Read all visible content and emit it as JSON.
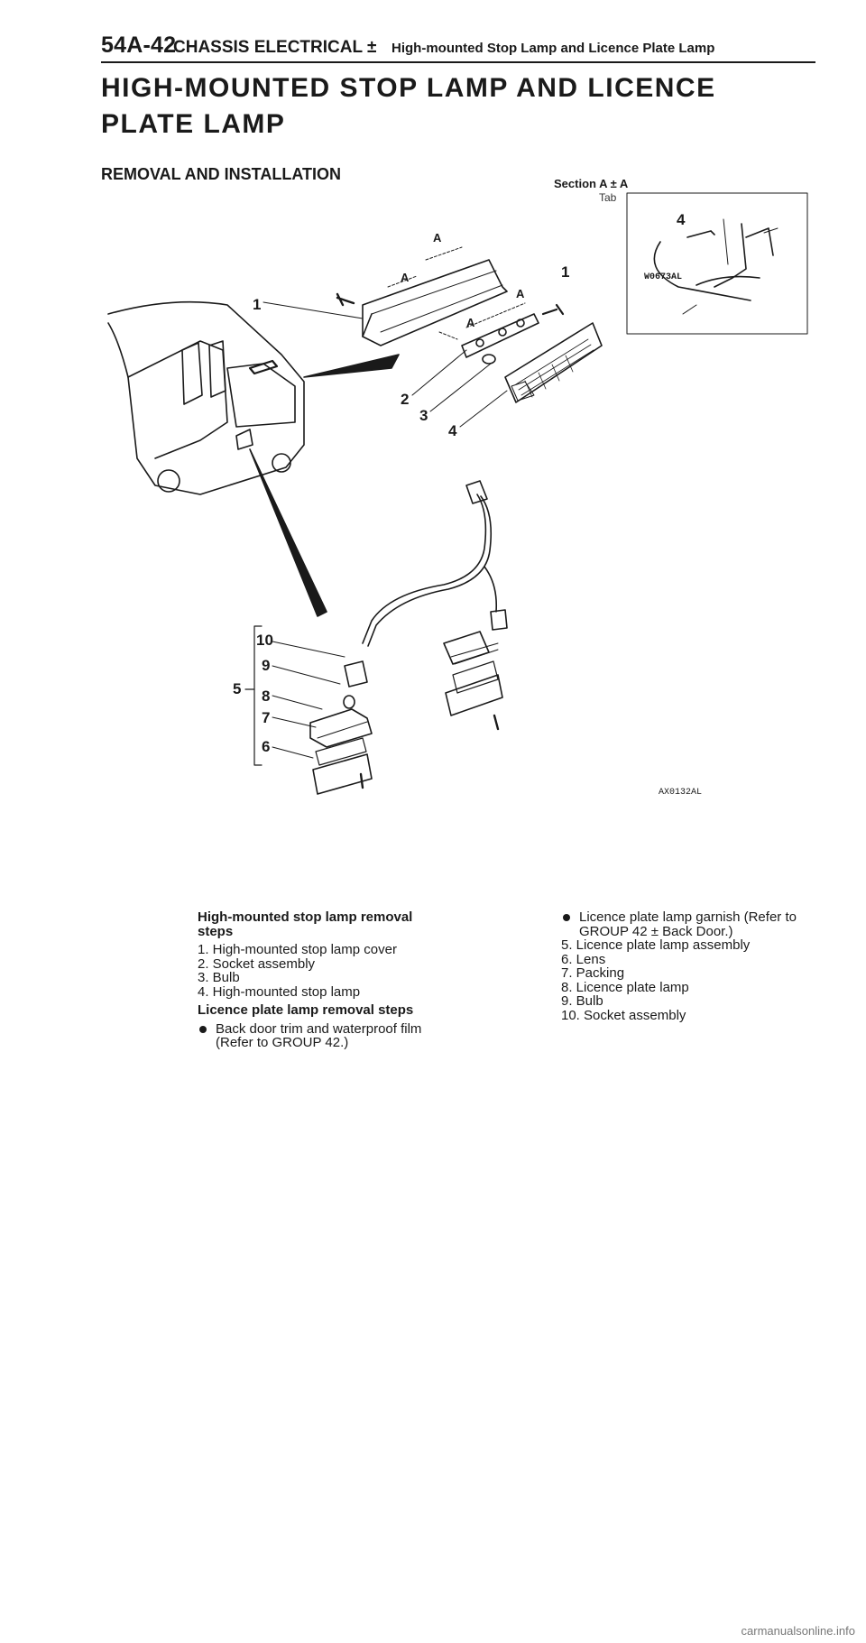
{
  "header": {
    "page_number": "54A-42",
    "section": "CHASSIS ELECTRICAL ±",
    "subsection": "High-mounted Stop Lamp and Licence Plate Lamp"
  },
  "title": "HIGH-MOUNTED STOP LAMP AND LICENCE PLATE LAMP",
  "subtitle": "REMOVAL AND INSTALLATION",
  "figure": {
    "inset_title": "Section A ± A",
    "tab_label": "Tab",
    "inset_callouts": [
      "4",
      "1"
    ],
    "inset_code": "W0673AL",
    "section_marks": [
      "A",
      "A",
      "A",
      "A"
    ],
    "figure_code": "AX0132AL",
    "callouts": [
      "1",
      "2",
      "3",
      "4",
      "10",
      "9",
      "5",
      "8",
      "7",
      "6"
    ]
  },
  "left_column": {
    "heading1": "High-mounted stop lamp removal steps",
    "steps1": [
      "1. High-mounted stop lamp cover",
      "2. Socket assembly",
      "3. Bulb",
      "4. High-mounted stop lamp"
    ],
    "heading2": "Licence plate lamp removal steps",
    "bullet1": "Back door trim and waterproof film (Refer to GROUP 42.)"
  },
  "right_column": {
    "bullet1": "Licence plate lamp garnish (Refer to GROUP 42 ± Back Door.)",
    "steps": [
      "5. Licence plate lamp assembly",
      "6. Lens",
      "7. Packing",
      "8. Licence plate lamp",
      "9. Bulb",
      "10. Socket assembly"
    ]
  },
  "footer": "carmanualsonline.info"
}
